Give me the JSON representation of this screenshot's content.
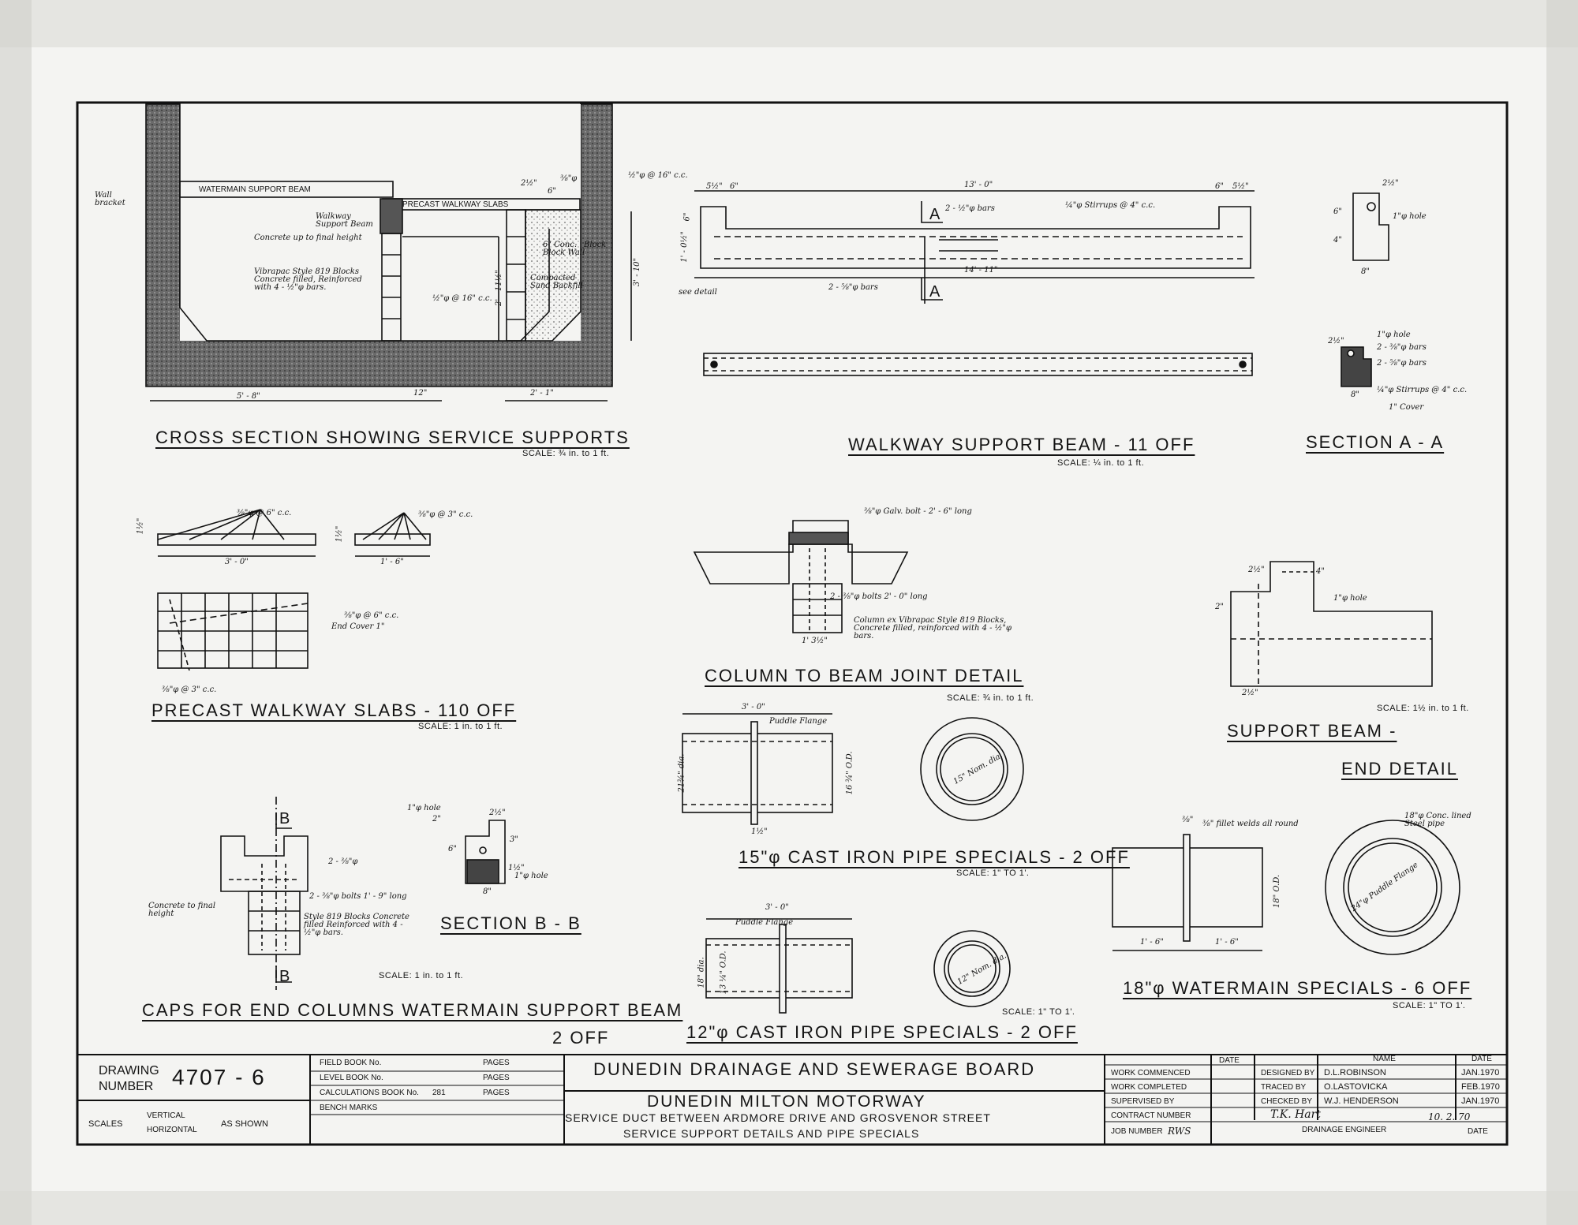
{
  "views": {
    "cross_section": {
      "title": "CROSS SECTION SHOWING SERVICE SUPPORTS",
      "scale": "SCALE: ¾ in. to 1 ft.",
      "notes": {
        "wall_bracket": "Wall bracket",
        "watermain_beam": "WATERMAIN   SUPPORT   BEAM",
        "precast_slabs": "PRECAST WALKWAY SLABS",
        "walkway_beam": "Walkway Support Beam",
        "concrete_up": "Concrete up to final height",
        "vibrapac": "Vibrapac Style 819 Blocks Concrete filled, Reinforced with 4 - ½\"φ bars.",
        "conc_block_wall": "6\" Conc. Block Wall",
        "compacted": "Compacted Sand Backfill",
        "bar_16cc_a": "½\"φ @ 16\" c.c.",
        "bar_16cc_b": "½\"φ @ 16\" c.c.",
        "block": "Block"
      },
      "dims": {
        "w_5_8": "5' - 8\"",
        "w_12": "12\"",
        "w_2_1": "2' - 1\"",
        "h_3_10": "3' - 10\"",
        "h_2_11": "2' - 11½\"",
        "d_2half": "2½\"",
        "d_6": "6\"",
        "d_38": "⅜\"φ"
      }
    },
    "walkway_beam": {
      "title": "WALKWAY  SUPPORT  BEAM     -     11 OFF",
      "scale": "SCALE: ¼ in. to 1 ft.",
      "notes": {
        "bars_top": "2 - ½\"φ bars",
        "stirrups": "¼\"φ Stirrups @ 4\" c.c.",
        "bars_bottom": "2 - ⅝\"φ bars",
        "see_detail": "see detail",
        "sec_a": "A"
      },
      "dims": {
        "len_13": "13' - 0\"",
        "len_14": "14' - 11\"",
        "d_5half": "5½\"",
        "d_6l": "6\"",
        "d_6r": "6\"",
        "d_5half_r": "5½\"",
        "d_6v": "6\"",
        "d_10": "1' - 0½\""
      }
    },
    "section_aa": {
      "title": "SECTION  A - A",
      "notes": {
        "hole_top": "1\"φ hole",
        "hole_mid": "1\"φ hole",
        "bars_a": "2 - ⅜\"φ bars",
        "bars_b": "2 - ⅝\"φ bars",
        "stirrups": "¼\"φ Stirrups @ 4\" c.c.",
        "cover": "1\" Cover"
      },
      "dims": {
        "d_2half": "2½\"",
        "d_8": "8\"",
        "d_6": "6\"",
        "d_4": "4\"",
        "d_2half_b": "2½\"",
        "d_8b": "8\""
      }
    },
    "precast_slabs": {
      "title": "PRECAST  WALKWAY  SLABS  -  110  OFF",
      "scale": "SCALE: 1 in. to 1 ft.",
      "notes": {
        "bar_6cc": "⅜\"φ @ 6\" c.c.",
        "bar_3cc": "⅜\"φ @ 3\" c.c.",
        "bar_6cc_plan": "⅜\"φ @ 6\" c.c.",
        "end_cover": "End Cover 1\"",
        "bar_3cc_plan": "⅜\"φ @ 3\" c.c."
      },
      "dims": {
        "len_3": "3' - 0\"",
        "len_1_6": "1' - 6\"",
        "h_1half": "1½\"",
        "h_1half_b": "1½\""
      }
    },
    "column_joint": {
      "title": "COLUMN  TO  BEAM  JOINT  DETAIL",
      "scale": "SCALE: ¾ in. to 1 ft.",
      "notes": {
        "galv_bolt": "⅜\"φ Galv. bolt - 2' - 6\" long",
        "bolts": "2 - ⅜\"φ bolts 2' - 0\" long",
        "column": "Column ex Vibrapac Style 819 Blocks, Concrete filled, reinforced with 4 - ½\"φ bars."
      },
      "dims": {
        "d_1": "1' 3½\""
      }
    },
    "support_beam_end": {
      "title_a": "SUPPORT  BEAM  -",
      "title_b": "END  DETAIL",
      "scale": "SCALE: 1½ in. to 1 ft.",
      "notes": {
        "hole": "1\"φ hole"
      },
      "dims": {
        "d_2half": "2½\"",
        "d_2": "2\"",
        "d_4": "4\"",
        "d_2half_b": "2½\""
      }
    },
    "pipe15": {
      "title": "15\"φ  CAST  IRON  PIPE  SPECIALS  -  2 OFF",
      "scale": "SCALE: 1\" TO 1'.",
      "notes": {
        "puddle": "Puddle Flange",
        "dia_in": "15\" Nom. dia."
      },
      "dims": {
        "len_3": "3' - 0\"",
        "dia_out": "21¾\" dia.",
        "dia_in": "16 ¾\" O.D.",
        "d_1": "1½\""
      }
    },
    "pipe12": {
      "title": "12\"φ  CAST  IRON  PIPE  SPECIALS  -  2 OFF",
      "scale": "SCALE: 1\" TO 1'.",
      "notes": {
        "puddle": "Puddle Flange",
        "dia_in": "12\" Nom. dia."
      },
      "dims": {
        "len_3": "3' - 0\"",
        "dia_out": "18\" dia.",
        "dia_in": "13 ¼\" O.D."
      }
    },
    "watermain18": {
      "title": "18\"φ  WATERMAIN  SPECIALS  -  6 OFF",
      "scale": "SCALE: 1\" TO 1'.",
      "notes": {
        "fillet": "⅜\" fillet welds all round",
        "conc_lined": "18\"φ Conc. lined Steel pipe",
        "flange": "24\"φ Puddle Flange"
      },
      "dims": {
        "d_38": "⅜\"",
        "l1": "1' - 6\"",
        "l2": "1' - 6\"",
        "od": "18\" O.D."
      }
    },
    "caps": {
      "title_a": "CAPS  FOR  END  COLUMNS  WATERMAIN  SUPPORT  BEAM",
      "title_b": "2 OFF",
      "scale": "SCALE: 1 in. to 1 ft.",
      "notes": {
        "b": "B",
        "bars": "2 - ⅜\"φ",
        "bolts": "2 - ⅜\"φ bolts 1' - 9\" long",
        "concrete": "Concrete to final height",
        "style": "Style 819 Blocks Concrete filled Reinforced with 4 - ½\"φ bars."
      }
    },
    "section_bb": {
      "title": "SECTION  B - B",
      "notes": {
        "hole_a": "1\"φ hole",
        "hole_b": "1\"φ hole"
      },
      "dims": {
        "d_2": "2\"",
        "d_2half": "2½\"",
        "d_6": "6\"",
        "d_3": "3\"",
        "d_8": "8\"",
        "d_1": "1½\""
      }
    }
  },
  "title_block": {
    "drawing_label_a": "DRAWING",
    "drawing_label_b": "NUMBER",
    "drawing_number": "4707 - 6",
    "scales_label": "SCALES",
    "vertical": "VERTICAL",
    "horizontal": "HORIZONTAL",
    "as_shown": "AS SHOWN",
    "field_book": "FIELD BOOK No.",
    "level_book": "LEVEL BOOK No.",
    "calc_book": "CALCULATIONS BOOK No.",
    "calc_book_no": "281",
    "bench_marks": "BENCH MARKS",
    "pages_a": "PAGES",
    "pages_b": "PAGES",
    "pages_c": "PAGES",
    "board": "DUNEDIN  DRAINAGE  AND  SEWERAGE  BOARD",
    "project": "DUNEDIN    MILTON    MOTORWAY",
    "subtitle_a": "SERVICE  DUCT  BETWEEN  ARDMORE  DRIVE  AND  GROSVENOR  STREET",
    "subtitle_b": "SERVICE  SUPPORT  DETAILS  AND  PIPE  SPECIALS",
    "date_col": "DATE",
    "work_commenced": "WORK COMMENCED",
    "work_completed": "WORK COMPLETED",
    "supervised_by": "SUPERVISED BY",
    "contract_number": "CONTRACT NUMBER",
    "job_number": "JOB NUMBER",
    "job_number_value": "RWS",
    "name_col": "NAME",
    "date_col2": "DATE",
    "designed_by": "DESIGNED BY",
    "traced_by": "TRACED BY",
    "checked_by": "CHECKED BY",
    "designer": "D.L.ROBINSON",
    "tracer": "O.LASTOVICKA",
    "checker": "W.J. HENDERSON",
    "designed_date": "JAN.1970",
    "traced_date": "FEB.1970",
    "checked_date": "JAN.1970",
    "engineer_sig": "T.K. Hart",
    "engineer_label": "DRAINAGE ENGINEER",
    "eng_date": "10. 2. 70",
    "eng_date_label": "DATE"
  }
}
